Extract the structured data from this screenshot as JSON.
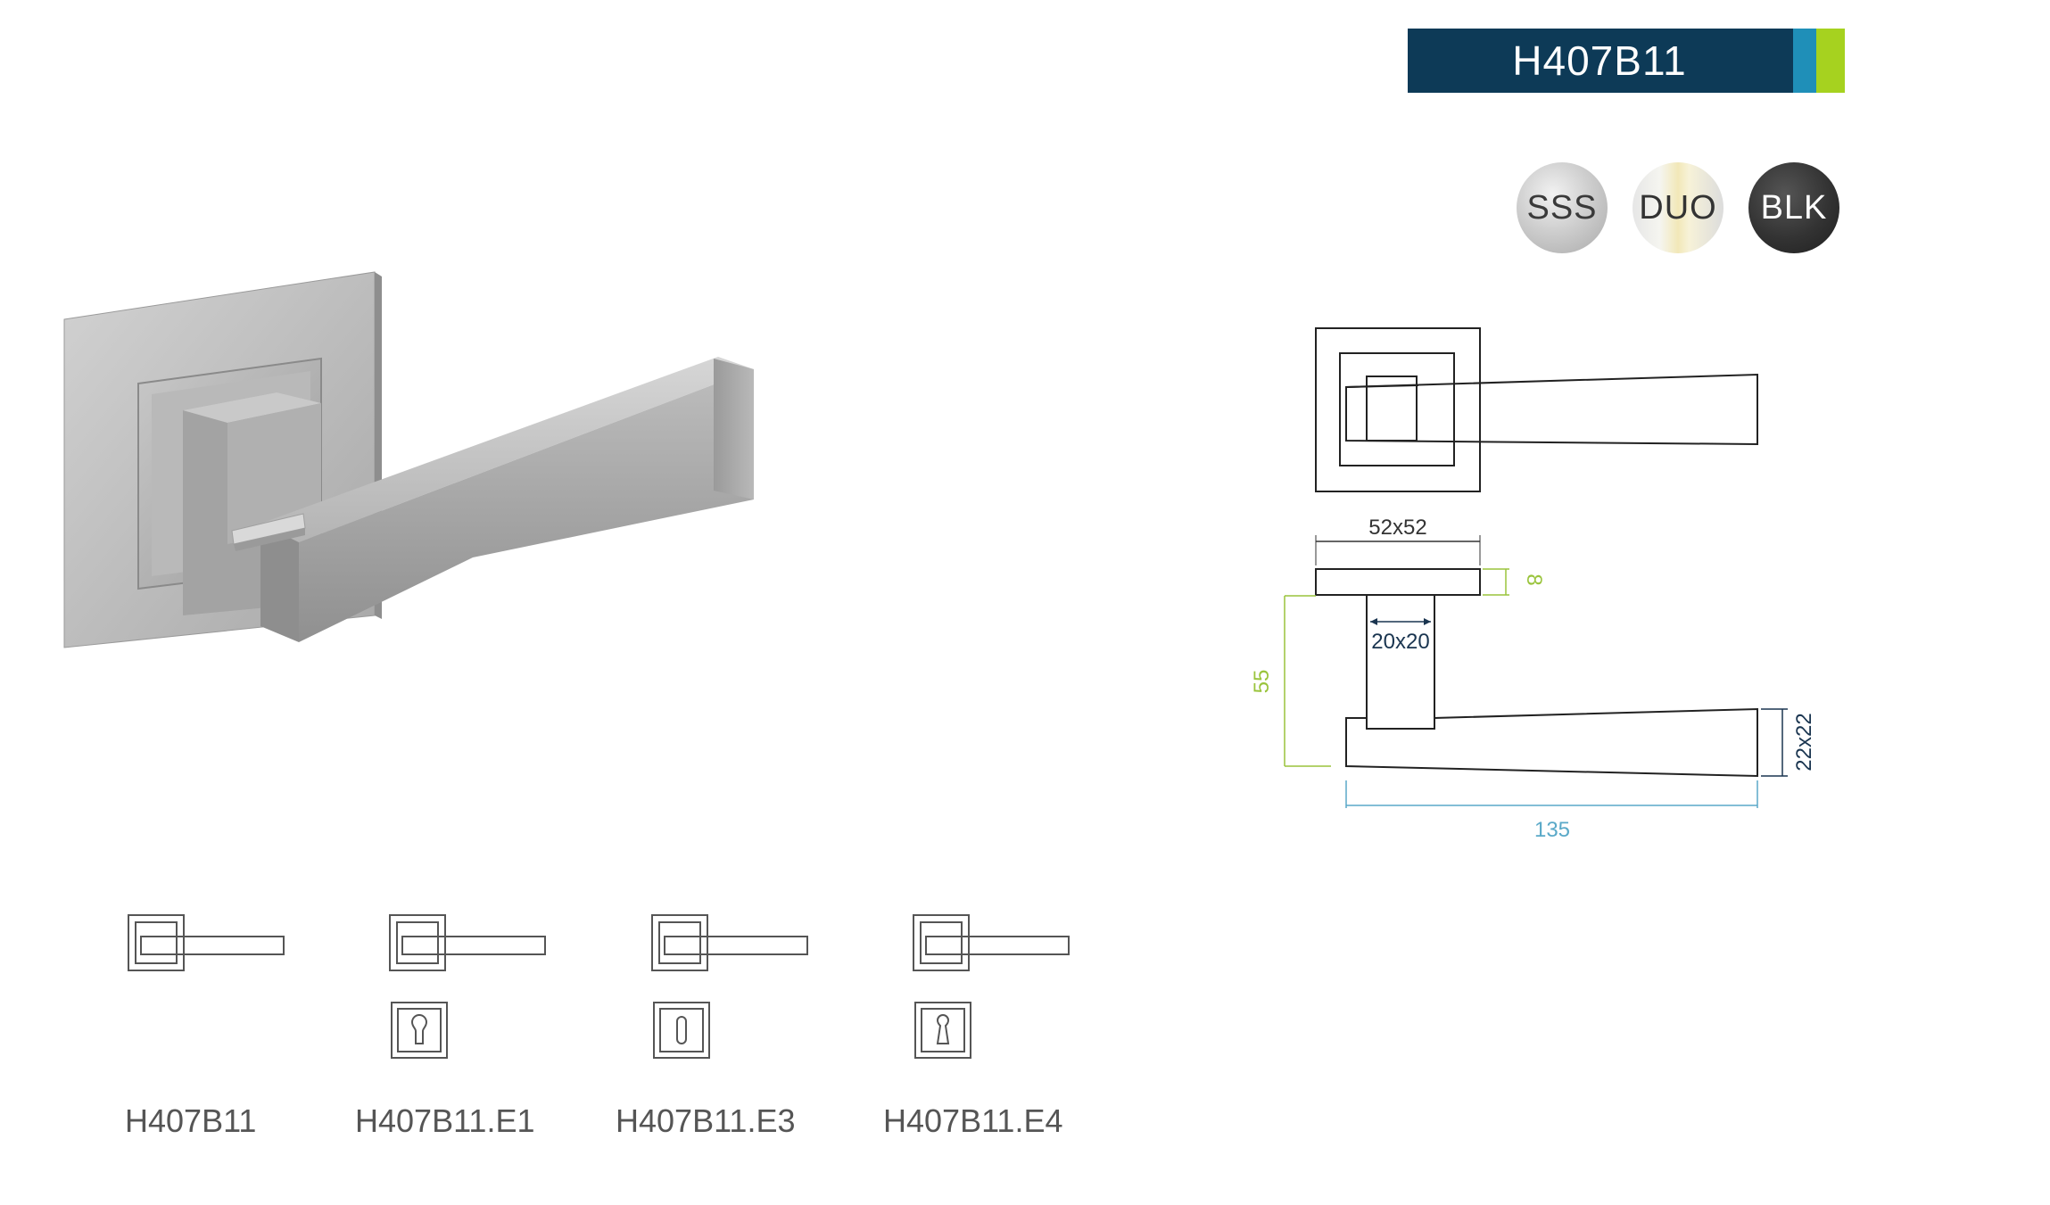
{
  "header": {
    "model": "H407B11",
    "colors": {
      "bar": "#0d3a57",
      "accent_blue": "#1f8fb8",
      "accent_green": "#a6d21f"
    }
  },
  "finishes": [
    {
      "code": "SSS",
      "color": "#c8c8c8"
    },
    {
      "code": "DUO",
      "color": "#f2e8b8"
    },
    {
      "code": "BLK",
      "color": "#2b2b2b"
    }
  ],
  "drawing": {
    "rose_size": "52x52",
    "rose_thickness": "8",
    "spindle_size": "20x20",
    "projection": "55",
    "lever_section": "22x22",
    "lever_length": "135",
    "colors": {
      "green": "#9ac43c",
      "blue": "#5aa9c8",
      "navy": "#1a3550"
    }
  },
  "variants": [
    {
      "label": "H407B11",
      "escutcheon": "none"
    },
    {
      "label": "H407B11.E1",
      "escutcheon": "euro-cylinder"
    },
    {
      "label": "H407B11.E3",
      "escutcheon": "bathroom"
    },
    {
      "label": "H407B11.E4",
      "escutcheon": "keyhole"
    }
  ]
}
